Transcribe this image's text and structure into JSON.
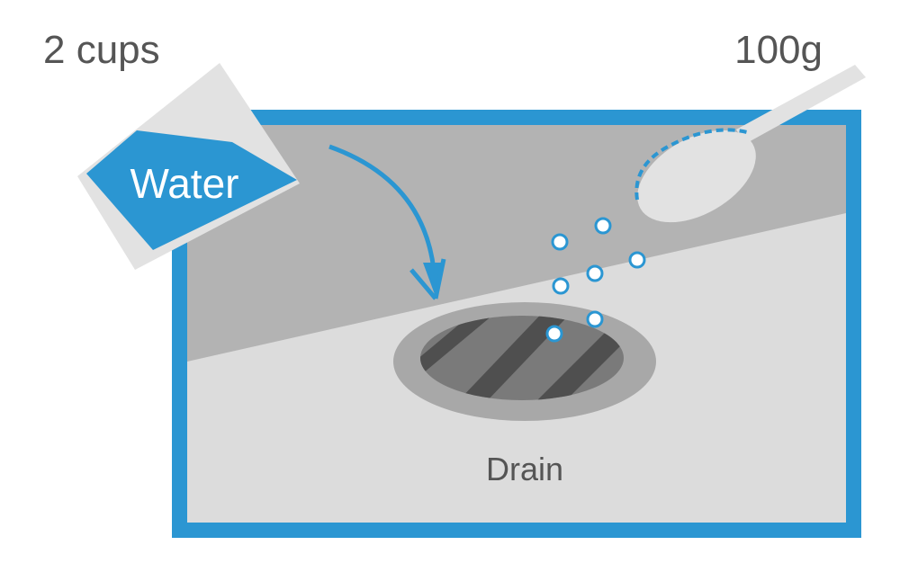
{
  "labels": {
    "water_amount": "2 cups",
    "salt_amount": "100g",
    "water": "Water",
    "drain": "Drain"
  },
  "colors": {
    "accent_blue": "#2b96d2",
    "frame_border": "#2b96d2",
    "back_wall": "#b3b3b3",
    "floor": "#dcdcdc",
    "drain_outer": "#a8a8a8",
    "drain_inner": "#7a7a7a",
    "drain_slats": "#4f4f4f",
    "carton": "#e2e2e2",
    "spoon": "#e2e2e2",
    "salt_dot": "#ffffff",
    "text_gray": "#555555",
    "text_white": "#ffffff"
  },
  "icons": {
    "water_carton": "water-carton-icon",
    "spoon": "spoon-icon",
    "drain": "drain-grate-icon",
    "arrow": "curved-arrow-icon"
  }
}
